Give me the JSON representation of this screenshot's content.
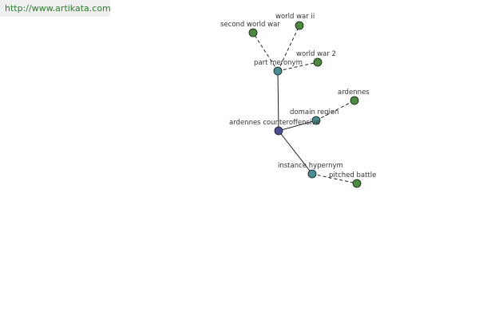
{
  "source_url": "http://www.artikata.com",
  "colors": {
    "center": "#4b4f8f",
    "relation": "#4a8c94",
    "leaf": "#4b8a3f"
  },
  "graph": {
    "nodes": [
      {
        "id": "center",
        "label": "ardennes counteroffensive",
        "kind": "center"
      },
      {
        "id": "part",
        "label": "part meronym",
        "kind": "relation"
      },
      {
        "id": "domain",
        "label": "domain region",
        "kind": "relation"
      },
      {
        "id": "instance",
        "label": "instance hypernym",
        "kind": "relation"
      },
      {
        "id": "sww",
        "label": "second world war",
        "kind": "leaf"
      },
      {
        "id": "wwii",
        "label": "world war ii",
        "kind": "leaf"
      },
      {
        "id": "ww2",
        "label": "world war 2",
        "kind": "leaf"
      },
      {
        "id": "ardennes",
        "label": "ardennes",
        "kind": "leaf"
      },
      {
        "id": "pitched",
        "label": "pitched battle",
        "kind": "leaf"
      }
    ],
    "edges": [
      {
        "from": "center",
        "to": "part",
        "style": "solid"
      },
      {
        "from": "center",
        "to": "domain",
        "style": "solid"
      },
      {
        "from": "center",
        "to": "instance",
        "style": "solid"
      },
      {
        "from": "part",
        "to": "sww",
        "style": "dashed"
      },
      {
        "from": "part",
        "to": "wwii",
        "style": "dashed"
      },
      {
        "from": "part",
        "to": "ww2",
        "style": "dashed"
      },
      {
        "from": "domain",
        "to": "ardennes",
        "style": "dashed"
      },
      {
        "from": "instance",
        "to": "pitched",
        "style": "dashed"
      }
    ]
  }
}
